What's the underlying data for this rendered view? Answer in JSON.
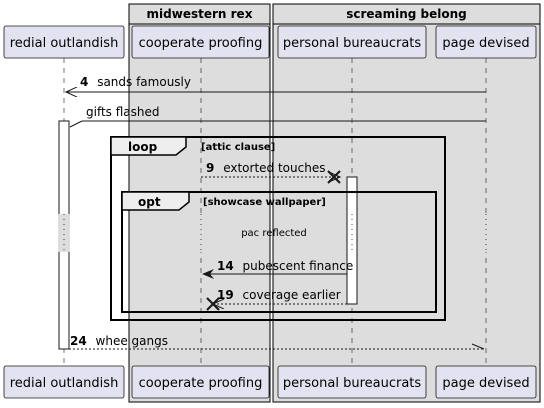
{
  "groups": [
    {
      "title": "midwestern rex"
    },
    {
      "title": "screaming belong"
    }
  ],
  "participants": [
    {
      "name": "redial outlandish"
    },
    {
      "name": "cooperate proofing"
    },
    {
      "name": "personal bureaucrats"
    },
    {
      "name": "page devised"
    }
  ],
  "messages": [
    {
      "num": "4",
      "text": "sands famously"
    },
    {
      "num": "",
      "text": "gifts flashed"
    },
    {
      "num": "9",
      "text": "extorted touches"
    },
    {
      "num": "14",
      "text": "pubescent finance"
    },
    {
      "num": "19",
      "text": "coverage earlier"
    },
    {
      "num": "24",
      "text": "whee gangs"
    }
  ],
  "fragments": {
    "loop": {
      "label": "loop",
      "guard": "[attic clause]"
    },
    "opt": {
      "label": "opt",
      "guard": "[showcase wallpaper]"
    }
  },
  "delay_text": "pac reflected",
  "colors": {
    "group_bg": "#dddddd",
    "participant_bg": "#e2e2f0",
    "participant_border": "#181818"
  }
}
